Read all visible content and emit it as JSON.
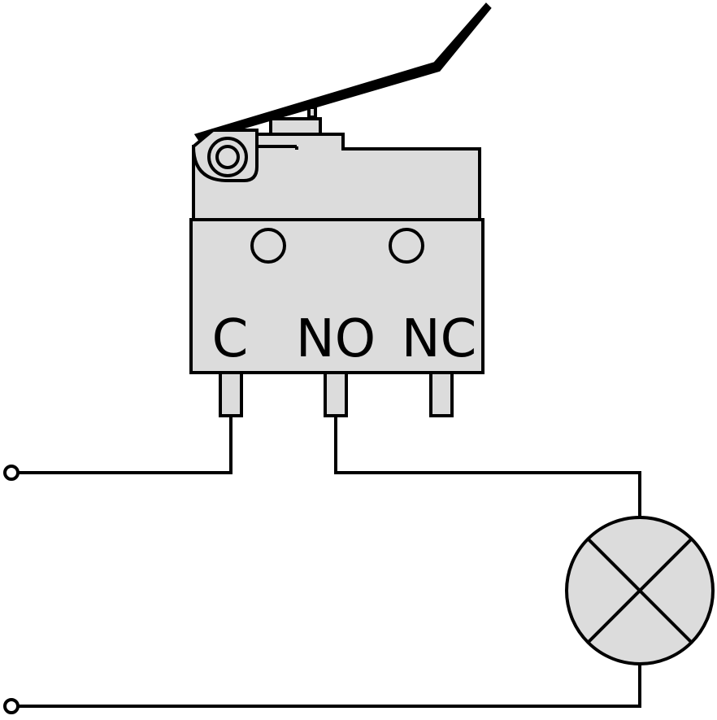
{
  "colors": {
    "body_fill": "#dcdcdc",
    "stroke": "#000000",
    "background": "#ffffff"
  },
  "switch": {
    "terminals": [
      {
        "id": "c",
        "label": "C"
      },
      {
        "id": "no",
        "label": "NO"
      },
      {
        "id": "nc",
        "label": "NC"
      }
    ]
  }
}
